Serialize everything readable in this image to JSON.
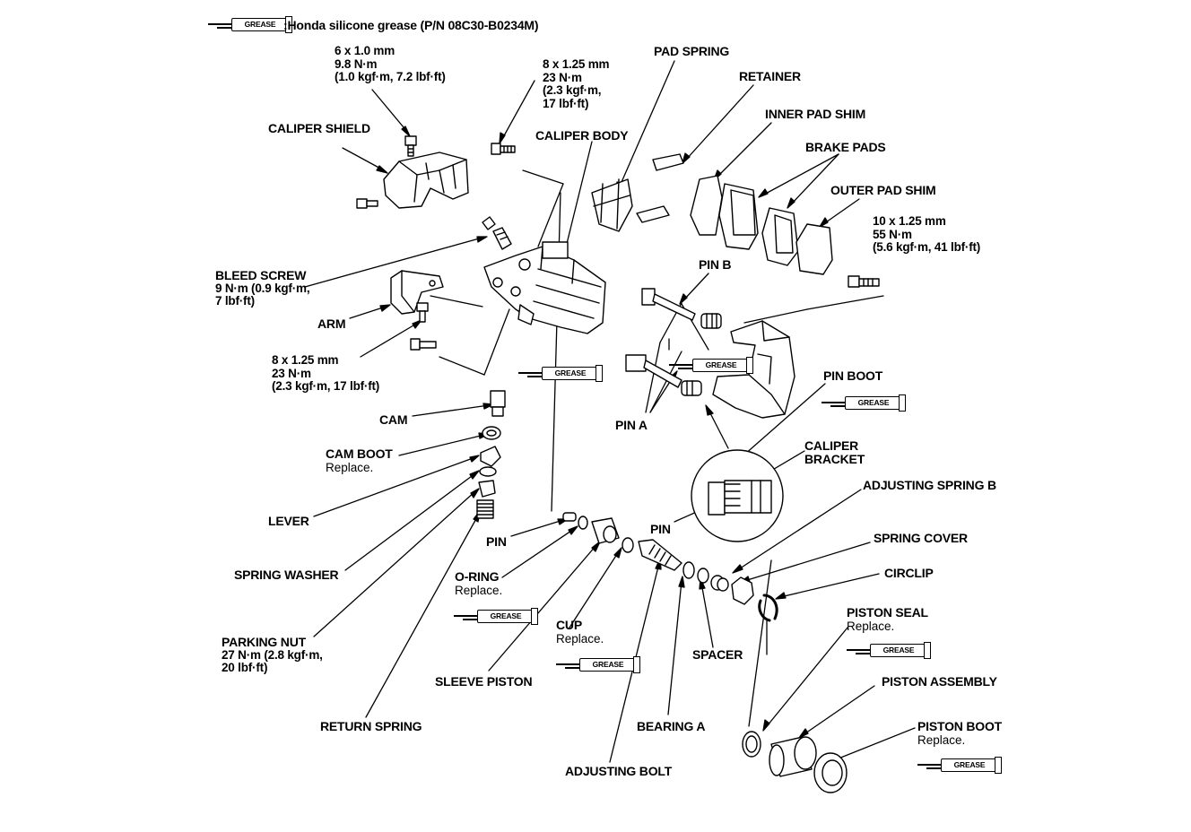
{
  "legend": {
    "grease_tube_text": "GREASE",
    "legend_text": ":Honda silicone grease (P/N 08C30-B0234M)"
  },
  "labels": {
    "pad_spring": "PAD SPRING",
    "retainer": "RETAINER",
    "inner_pad_shim": "INNER PAD SHIM",
    "brake_pads": "BRAKE PADS",
    "outer_pad_shim": "OUTER PAD SHIM",
    "caliper_shield": "CALIPER SHIELD",
    "caliper_body": "CALIPER BODY",
    "bleed_screw": "BLEED SCREW",
    "bleed_screw_torque_1": "9 N·m (0.9 kgf·m,",
    "bleed_screw_torque_2": "7 lbf·ft)",
    "arm": "ARM",
    "pin_b": "PIN B",
    "pin_a": "PIN A",
    "pin_boot": "PIN BOOT",
    "caliper_bracket_1": "CALIPER",
    "caliper_bracket_2": "BRACKET",
    "cam": "CAM",
    "cam_boot": "CAM BOOT",
    "cam_boot_note": "Replace.",
    "lever": "LEVER",
    "spring_washer": "SPRING WASHER",
    "parking_nut": "PARKING NUT",
    "parking_nut_torque_1": "27 N·m (2.8 kgf·m,",
    "parking_nut_torque_2": "20 lbf·ft)",
    "return_spring": "RETURN SPRING",
    "pin_lower": "PIN",
    "pin_circle": "PIN",
    "o_ring": "O-RING",
    "o_ring_note": "Replace.",
    "cup": "CUP",
    "cup_note": "Replace.",
    "sleeve_piston": "SLEEVE PISTON",
    "adjusting_bolt": "ADJUSTING BOLT",
    "bearing_a": "BEARING A",
    "spacer": "SPACER",
    "adjusting_spring_b": "ADJUSTING SPRING B",
    "spring_cover": "SPRING COVER",
    "circlip": "CIRCLIP",
    "piston_seal": "PISTON SEAL",
    "piston_seal_note": "Replace.",
    "piston_assembly": "PISTON ASSEMBLY",
    "piston_boot": "PISTON BOOT",
    "piston_boot_note": "Replace."
  },
  "specs": {
    "shield_bolt": [
      "6 x 1.0 mm",
      "9.8 N·m",
      "(1.0 kgf·m, 7.2 lbf·ft)"
    ],
    "body_bolt": [
      "8 x 1.25 mm",
      "23 N·m",
      "(2.3 kgf·m,",
      "17 lbf·ft)"
    ],
    "bracket_bolt": [
      "10 x 1.25 mm",
      "55 N·m",
      "(5.6 kgf·m, 41 lbf·ft)"
    ],
    "arm_bolt": [
      "8 x 1.25 mm",
      "23 N·m",
      "(2.3 kgf·m, 17 lbf·ft)"
    ]
  }
}
